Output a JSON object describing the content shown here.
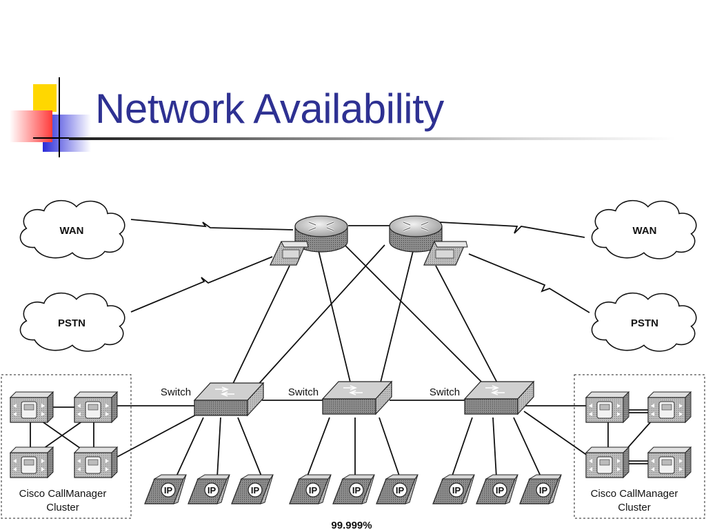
{
  "slide": {
    "title": "Network Availability",
    "accent_color": "#2e3192"
  },
  "diagram": {
    "clouds": {
      "wan_left": "WAN",
      "pstn_left": "PSTN",
      "wan_right": "WAN",
      "pstn_right": "PSTN"
    },
    "switch_label": "Switch",
    "cluster": {
      "line1": "Cisco CallManager",
      "line2": "Cluster"
    },
    "phone_label": "IP",
    "availability": "99.999%"
  },
  "icons": [
    "router-icon",
    "switch-icon",
    "ip-phone-icon",
    "gateway-phone-icon",
    "callmanager-server-icon",
    "cloud-icon"
  ]
}
